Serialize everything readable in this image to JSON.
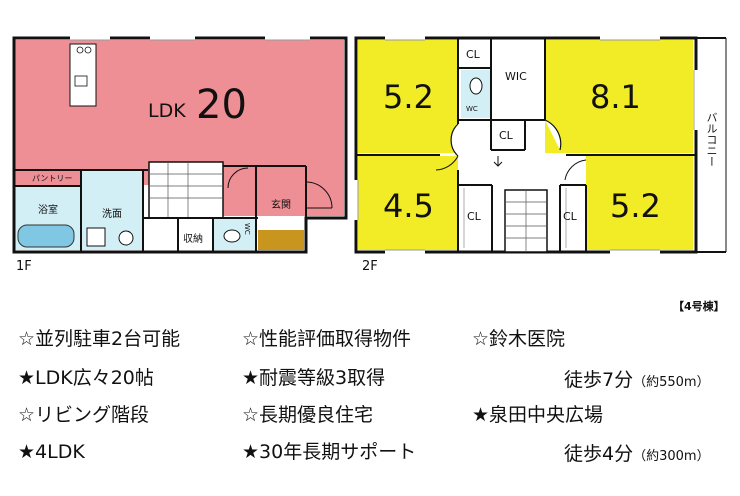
{
  "floor1": {
    "label": "1F",
    "ldk_text": "LDK",
    "ldk_size": "20",
    "pantry": "パントリー",
    "bath": "浴室",
    "washroom": "洗面",
    "storage": "収納",
    "wc": "WC",
    "entrance": "玄関"
  },
  "floor2": {
    "label": "2F",
    "rooms": [
      "5.2",
      "8.1",
      "4.5",
      "5.2"
    ],
    "cl": "CL",
    "wic": "WIC",
    "wc": "WC",
    "balcony": "バルコニー"
  },
  "building_no": "【4号棟】",
  "features": [
    "☆並列駐車2台可能",
    "☆性能評価取得物件",
    "☆鈴木医院",
    "★LDK広々20帖",
    "★耐震等級3取得",
    "☆リビング階段",
    "☆長期優良住宅",
    "★泉田中央広場",
    "★4LDK",
    "★30年長期サポート"
  ],
  "distances": [
    {
      "walk": "徒歩7分",
      "approx": "（約550m）"
    },
    {
      "walk": "徒歩4分",
      "approx": "（約300m）"
    }
  ],
  "colors": {
    "ldk": "#ee8f95",
    "bedroom": "#f2ec26",
    "bath": "#d2eff6",
    "entrance": "#c8961e"
  }
}
